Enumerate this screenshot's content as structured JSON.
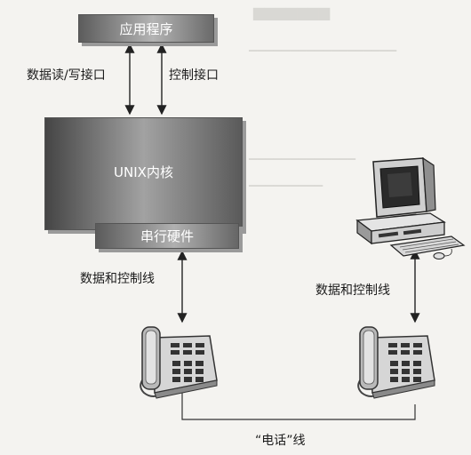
{
  "nodes": {
    "application": "应用程序",
    "kernel": "UNIX内核",
    "serial_hardware": "串行硬件"
  },
  "edge_labels": {
    "data_rw_interface": "数据读/写接口",
    "control_interface": "控制接口",
    "data_control_line_left": "数据和控制线",
    "data_control_line_right": "数据和控制线",
    "phone_line": "“电话”线"
  },
  "devices": {
    "left": "telephone-icon",
    "right_phone": "telephone-icon",
    "computer": "desktop-computer-icon"
  }
}
